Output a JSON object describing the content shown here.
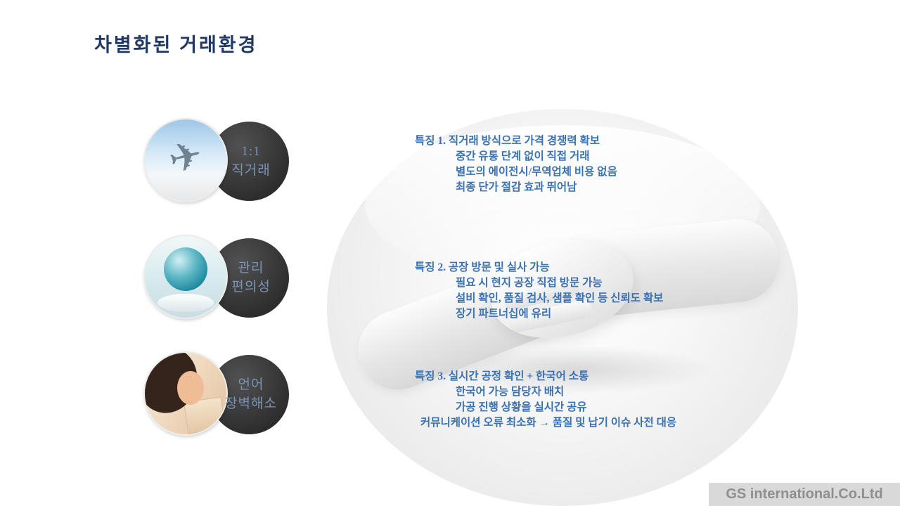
{
  "slide": {
    "title": "차별화된 거래환경",
    "badges": [
      {
        "line1": "1:1",
        "line2": "직거래",
        "image": "airplane-photo"
      },
      {
        "line1": "관리",
        "line2": "편의성",
        "image": "globe-photo"
      },
      {
        "line1": "언어",
        "line2": "장벽해소",
        "image": "customer-service-photo"
      }
    ],
    "features": [
      {
        "title": "특징 1. 직거래 방식으로 가격 경쟁력 확보",
        "lines": [
          "중간 유통 단계 없이 직접 거래",
          "별도의 에이전시/무역업체 비용 없음",
          "최종 단가 절감 효과 뛰어남"
        ]
      },
      {
        "title": "특징 2. 공장 방문 및 실사 가능",
        "lines": [
          "필요 시 현지 공장 직접 방문 가능",
          "설비 확인, 품질 검사, 샘플 확인 등 신뢰도 확보",
          "장기 파트너십에 유리"
        ]
      },
      {
        "title": "특징 3. 실시간 공정 확인 + 한국어 소통",
        "lines": [
          "한국어 가능 담당자 배치",
          "가공 진행 상황을 실시간 공유",
          "커뮤니케이션 오류 최소화 → 품질 및 납기 이슈 사전 대응"
        ]
      }
    ],
    "footer": "GS international.Co.Ltd"
  },
  "icons": {
    "airplane": "✈"
  },
  "colors": {
    "title": "#1f3864",
    "feature_text": "#3a72b4",
    "badge_label": "#7b93b5",
    "dark_circle": "#2b2b2b",
    "footer_bg": "#d9d9d9",
    "footer_text": "#8f8f8f"
  }
}
